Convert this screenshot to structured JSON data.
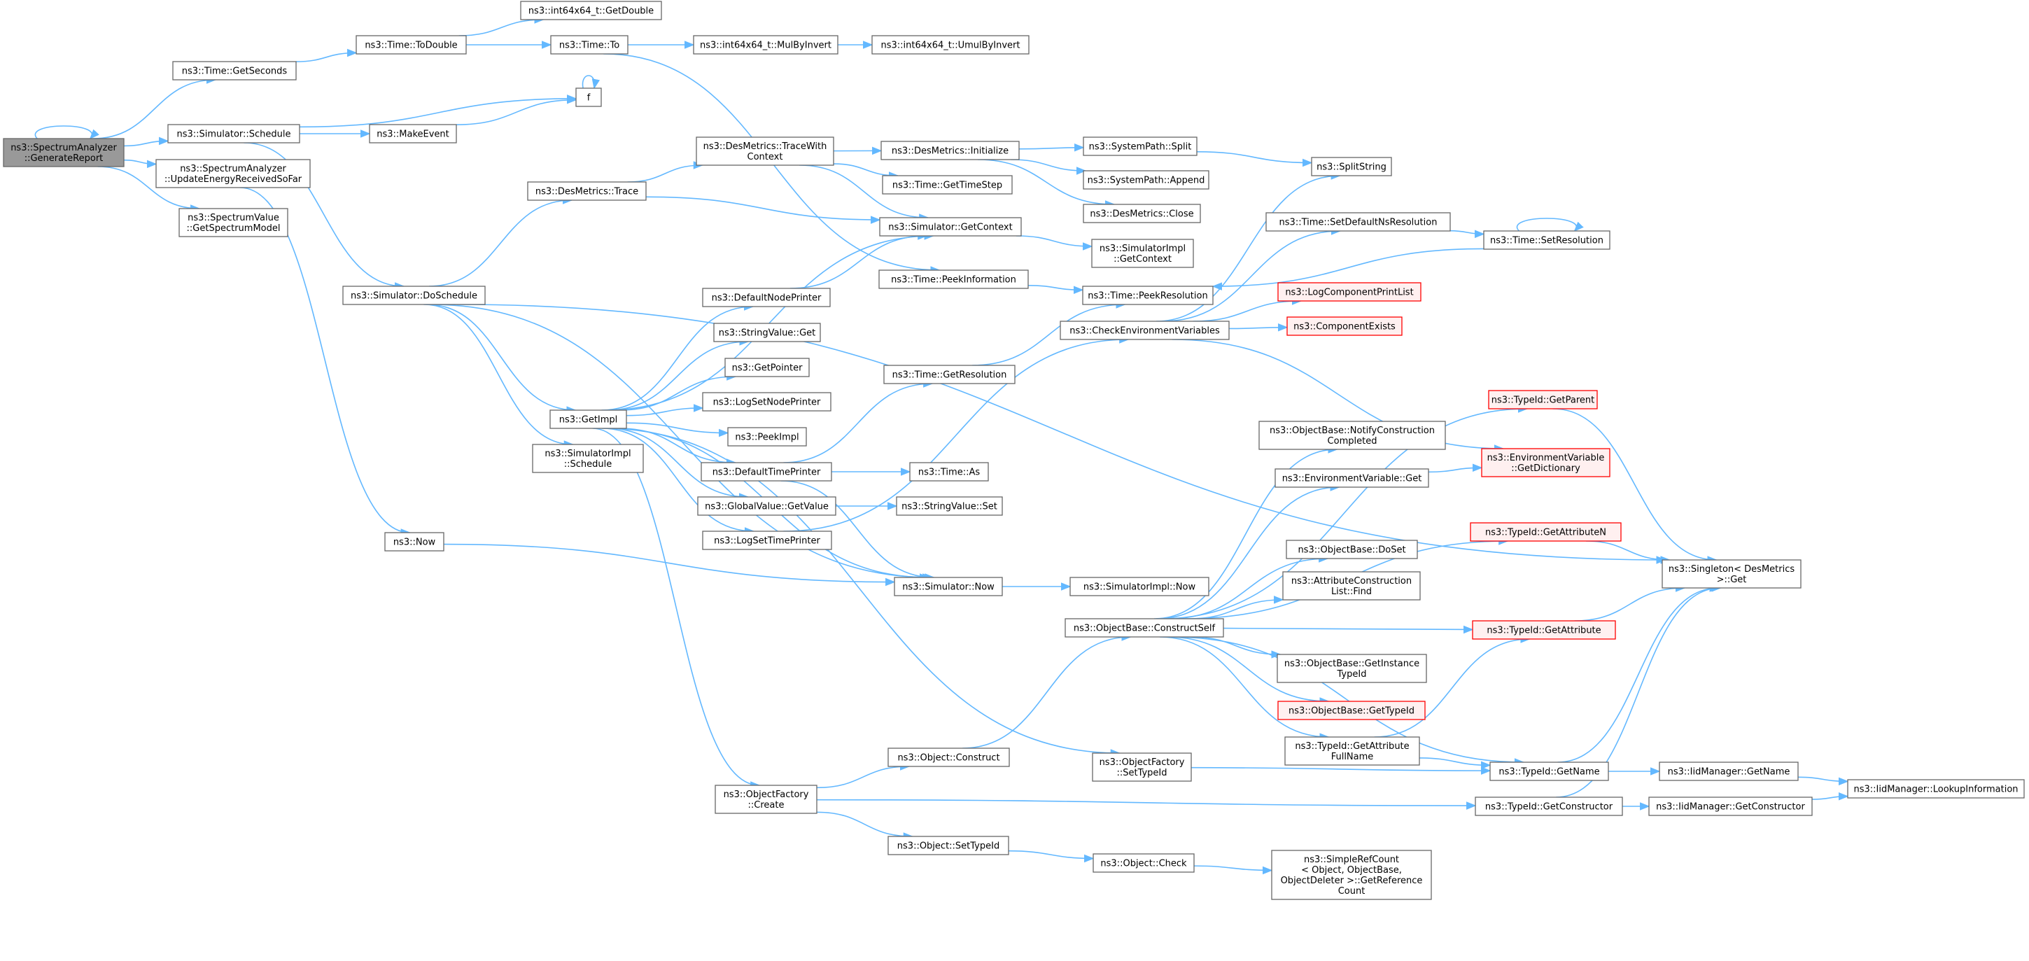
{
  "diagram": {
    "type": "call-graph",
    "colors": {
      "edge": "#63b8ff",
      "node_border": "#666666",
      "root_fill": "#999999",
      "truncated_border": "#ff0000",
      "truncated_fill": "#fff0f0"
    },
    "nodes": [
      {
        "id": "n0",
        "lines": [
          "ns3::SpectrumAnalyzer",
          "::GenerateReport"
        ],
        "style": "root"
      },
      {
        "id": "n1",
        "lines": [
          "ns3::Time::GetSeconds"
        ]
      },
      {
        "id": "n2",
        "lines": [
          "ns3::Simulator::Schedule"
        ]
      },
      {
        "id": "n3",
        "lines": [
          "ns3::SpectrumAnalyzer",
          "::UpdateEnergyReceivedSoFar"
        ]
      },
      {
        "id": "n4",
        "lines": [
          "ns3::SpectrumValue",
          "::GetSpectrumModel"
        ]
      },
      {
        "id": "n5",
        "lines": [
          "ns3::Time::ToDouble"
        ]
      },
      {
        "id": "n6",
        "lines": [
          "ns3::int64x64_t::GetDouble"
        ]
      },
      {
        "id": "n7",
        "lines": [
          "ns3::Time::To"
        ]
      },
      {
        "id": "n8",
        "lines": [
          "ns3::int64x64_t::MulByInvert"
        ]
      },
      {
        "id": "n9",
        "lines": [
          "ns3::int64x64_t::UmulByInvert"
        ]
      },
      {
        "id": "n10",
        "lines": [
          "f"
        ]
      },
      {
        "id": "n11",
        "lines": [
          "ns3::MakeEvent"
        ]
      },
      {
        "id": "n12",
        "lines": [
          "ns3::Simulator::DoSchedule"
        ]
      },
      {
        "id": "n13",
        "lines": [
          "ns3::DesMetrics::Trace"
        ]
      },
      {
        "id": "n14",
        "lines": [
          "ns3::DesMetrics::TraceWith",
          "Context"
        ]
      },
      {
        "id": "n15",
        "lines": [
          "ns3::DesMetrics::Initialize"
        ]
      },
      {
        "id": "n16",
        "lines": [
          "ns3::SystemPath::Split"
        ]
      },
      {
        "id": "n17",
        "lines": [
          "ns3::SystemPath::Append"
        ]
      },
      {
        "id": "n18",
        "lines": [
          "ns3::DesMetrics::Close"
        ]
      },
      {
        "id": "n19",
        "lines": [
          "ns3::Time::GetTimeStep"
        ]
      },
      {
        "id": "n20",
        "lines": [
          "ns3::SplitString"
        ]
      },
      {
        "id": "n21",
        "lines": [
          "ns3::Simulator::GetContext"
        ]
      },
      {
        "id": "n22",
        "lines": [
          "ns3::SimulatorImpl",
          "::GetContext"
        ]
      },
      {
        "id": "n23",
        "lines": [
          "ns3::Time::PeekInformation"
        ]
      },
      {
        "id": "n24",
        "lines": [
          "ns3::Time::PeekResolution"
        ]
      },
      {
        "id": "n25",
        "lines": [
          "ns3::Time::SetDefaultNsResolution"
        ]
      },
      {
        "id": "n26",
        "lines": [
          "ns3::Time::SetResolution"
        ]
      },
      {
        "id": "n27",
        "lines": [
          "ns3::CheckEnvironmentVariables"
        ]
      },
      {
        "id": "n28",
        "lines": [
          "ns3::LogComponentPrintList"
        ],
        "style": "red"
      },
      {
        "id": "n29",
        "lines": [
          "ns3::ComponentExists"
        ],
        "style": "red"
      },
      {
        "id": "n30",
        "lines": [
          "ns3::DefaultNodePrinter"
        ]
      },
      {
        "id": "n31",
        "lines": [
          "ns3::StringValue::Get"
        ]
      },
      {
        "id": "n32",
        "lines": [
          "ns3::GetPointer"
        ]
      },
      {
        "id": "n33",
        "lines": [
          "ns3::LogSetNodePrinter"
        ]
      },
      {
        "id": "n34",
        "lines": [
          "ns3::PeekImpl"
        ]
      },
      {
        "id": "n35",
        "lines": [
          "ns3::GetImpl"
        ]
      },
      {
        "id": "n36",
        "lines": [
          "ns3::SimulatorImpl",
          "::Schedule"
        ]
      },
      {
        "id": "n37",
        "lines": [
          "ns3::DefaultTimePrinter"
        ]
      },
      {
        "id": "n38",
        "lines": [
          "ns3::Time::GetResolution"
        ]
      },
      {
        "id": "n39",
        "lines": [
          "ns3::Time::As"
        ]
      },
      {
        "id": "n40",
        "lines": [
          "ns3::GlobalValue::GetValue"
        ]
      },
      {
        "id": "n41",
        "lines": [
          "ns3::StringValue::Set"
        ]
      },
      {
        "id": "n42",
        "lines": [
          "ns3::LogSetTimePrinter"
        ]
      },
      {
        "id": "n43",
        "lines": [
          "ns3::Now"
        ]
      },
      {
        "id": "n44",
        "lines": [
          "ns3::Simulator::Now"
        ]
      },
      {
        "id": "n45",
        "lines": [
          "ns3::SimulatorImpl::Now"
        ]
      },
      {
        "id": "n46",
        "lines": [
          "ns3::ObjectBase::ConstructSelf"
        ]
      },
      {
        "id": "n47",
        "lines": [
          "ns3::ObjectBase::NotifyConstruction",
          "Completed"
        ]
      },
      {
        "id": "n48",
        "lines": [
          "ns3::EnvironmentVariable::Get"
        ]
      },
      {
        "id": "n49",
        "lines": [
          "ns3::ObjectBase::DoSet"
        ]
      },
      {
        "id": "n50",
        "lines": [
          "ns3::AttributeConstruction",
          "List::Find"
        ]
      },
      {
        "id": "n51",
        "lines": [
          "ns3::ObjectBase::GetInstance",
          "TypeId"
        ]
      },
      {
        "id": "n52",
        "lines": [
          "ns3::ObjectBase::GetTypeId"
        ],
        "style": "red"
      },
      {
        "id": "n53",
        "lines": [
          "ns3::TypeId::GetAttribute",
          "FullName"
        ]
      },
      {
        "id": "n54",
        "lines": [
          "ns3::TypeId::GetParent"
        ],
        "style": "red"
      },
      {
        "id": "n55",
        "lines": [
          "ns3::EnvironmentVariable",
          "::GetDictionary"
        ],
        "style": "red"
      },
      {
        "id": "n56",
        "lines": [
          "ns3::TypeId::GetAttributeN"
        ],
        "style": "red"
      },
      {
        "id": "n57",
        "lines": [
          "ns3::TypeId::GetAttribute"
        ],
        "style": "red"
      },
      {
        "id": "n58",
        "lines": [
          "ns3::Singleton< DesMetrics",
          " >::Get"
        ]
      },
      {
        "id": "n59",
        "lines": [
          "ns3::TypeId::GetName"
        ]
      },
      {
        "id": "n60",
        "lines": [
          "ns3::TypeId::GetConstructor"
        ]
      },
      {
        "id": "n61",
        "lines": [
          "ns3::IidManager::GetName"
        ]
      },
      {
        "id": "n62",
        "lines": [
          "ns3::IidManager::GetConstructor"
        ]
      },
      {
        "id": "n63",
        "lines": [
          "ns3::IidManager::LookupInformation"
        ]
      },
      {
        "id": "n64",
        "lines": [
          "ns3::Object::Construct"
        ]
      },
      {
        "id": "n65",
        "lines": [
          "ns3::ObjectFactory",
          "::SetTypeId"
        ]
      },
      {
        "id": "n66",
        "lines": [
          "ns3::ObjectFactory",
          "::Create"
        ]
      },
      {
        "id": "n67",
        "lines": [
          "ns3::Object::SetTypeId"
        ]
      },
      {
        "id": "n68",
        "lines": [
          "ns3::Object::Check"
        ]
      },
      {
        "id": "n69",
        "lines": [
          "ns3::SimpleRefCount",
          "< Object, ObjectBase,",
          " ObjectDeleter >::GetReference",
          "Count"
        ]
      }
    ],
    "edges": [
      [
        "n0",
        "n0"
      ],
      [
        "n0",
        "n1"
      ],
      [
        "n0",
        "n2"
      ],
      [
        "n0",
        "n3"
      ],
      [
        "n0",
        "n4"
      ],
      [
        "n1",
        "n5"
      ],
      [
        "n5",
        "n6"
      ],
      [
        "n5",
        "n7"
      ],
      [
        "n7",
        "n8"
      ],
      [
        "n8",
        "n9"
      ],
      [
        "n7",
        "n23"
      ],
      [
        "n2",
        "n10"
      ],
      [
        "n2",
        "n11"
      ],
      [
        "n2",
        "n12"
      ],
      [
        "n11",
        "n10"
      ],
      [
        "n10",
        "n10"
      ],
      [
        "n3",
        "n43"
      ],
      [
        "n12",
        "n58"
      ],
      [
        "n12",
        "n13"
      ],
      [
        "n12",
        "n35"
      ],
      [
        "n12",
        "n36"
      ],
      [
        "n12",
        "n44"
      ],
      [
        "n13",
        "n14"
      ],
      [
        "n13",
        "n21"
      ],
      [
        "n14",
        "n15"
      ],
      [
        "n14",
        "n19"
      ],
      [
        "n14",
        "n21"
      ],
      [
        "n15",
        "n16"
      ],
      [
        "n15",
        "n17"
      ],
      [
        "n15",
        "n18"
      ],
      [
        "n16",
        "n20"
      ],
      [
        "n21",
        "n22"
      ],
      [
        "n23",
        "n24"
      ],
      [
        "n35",
        "n21"
      ],
      [
        "n35",
        "n30"
      ],
      [
        "n35",
        "n31"
      ],
      [
        "n35",
        "n32"
      ],
      [
        "n35",
        "n33"
      ],
      [
        "n35",
        "n34"
      ],
      [
        "n35",
        "n37"
      ],
      [
        "n35",
        "n40"
      ],
      [
        "n35",
        "n42"
      ],
      [
        "n35",
        "n44"
      ],
      [
        "n35",
        "n65"
      ],
      [
        "n35",
        "n66"
      ],
      [
        "n30",
        "n21"
      ],
      [
        "n37",
        "n38"
      ],
      [
        "n37",
        "n39"
      ],
      [
        "n37",
        "n44"
      ],
      [
        "n38",
        "n24"
      ],
      [
        "n40",
        "n41"
      ],
      [
        "n42",
        "n27"
      ],
      [
        "n43",
        "n44"
      ],
      [
        "n44",
        "n45"
      ],
      [
        "n27",
        "n20"
      ],
      [
        "n27",
        "n25"
      ],
      [
        "n27",
        "n28"
      ],
      [
        "n27",
        "n29"
      ],
      [
        "n27",
        "n55"
      ],
      [
        "n25",
        "n26"
      ],
      [
        "n26",
        "n26"
      ],
      [
        "n26",
        "n24"
      ],
      [
        "n46",
        "n47"
      ],
      [
        "n46",
        "n48"
      ],
      [
        "n46",
        "n49"
      ],
      [
        "n46",
        "n50"
      ],
      [
        "n46",
        "n51"
      ],
      [
        "n46",
        "n52"
      ],
      [
        "n46",
        "n53"
      ],
      [
        "n46",
        "n54"
      ],
      [
        "n46",
        "n56"
      ],
      [
        "n46",
        "n57"
      ],
      [
        "n46",
        "n59"
      ],
      [
        "n48",
        "n55"
      ],
      [
        "n53",
        "n57"
      ],
      [
        "n53",
        "n59"
      ],
      [
        "n54",
        "n58"
      ],
      [
        "n56",
        "n58"
      ],
      [
        "n57",
        "n58"
      ],
      [
        "n59",
        "n58"
      ],
      [
        "n59",
        "n61"
      ],
      [
        "n60",
        "n58"
      ],
      [
        "n60",
        "n62"
      ],
      [
        "n61",
        "n63"
      ],
      [
        "n62",
        "n63"
      ],
      [
        "n64",
        "n46"
      ],
      [
        "n65",
        "n59"
      ],
      [
        "n66",
        "n64"
      ],
      [
        "n66",
        "n67"
      ],
      [
        "n66",
        "n60"
      ],
      [
        "n67",
        "n68"
      ],
      [
        "n68",
        "n69"
      ]
    ]
  }
}
